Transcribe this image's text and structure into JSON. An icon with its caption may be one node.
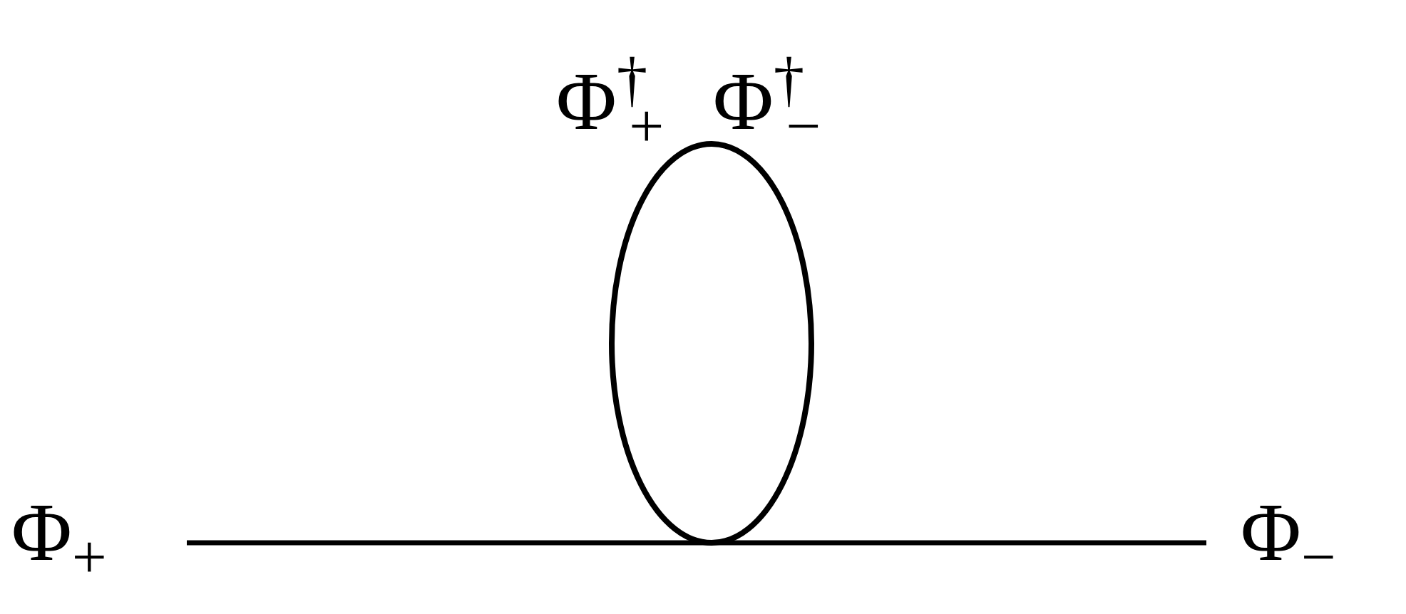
{
  "diagram": {
    "labels": [
      "Φ$_{+}$",
      "Φ$^{†}$$_{+}$",
      "Φ$^{†}$$_{−}$",
      "Φ$_{−}$"
    ]
  }
}
